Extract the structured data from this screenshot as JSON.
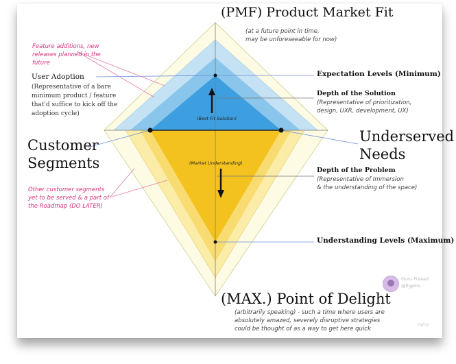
{
  "pmf_title": "(PMF) Product Market Fit",
  "pmf_note": "(at a future point in time,\nmay be unforeseeable for now)",
  "feature_note": "Feature additions, new\nreleases planned in the\nfuture",
  "user_adoption_title": "User Adoption",
  "user_adoption_desc": "(Representative of a bare\nminimum product / feature\nthat'd suffice to kick off the\nadoption cycle)",
  "expectation_levels": "Expectation Levels (Minimum)",
  "depth_solution_title": "Depth of the Solution",
  "depth_solution_desc": "(Representative of prioritization,\ndesign, UXR, development, UX)",
  "best_fit": "(Best Fit Solution)",
  "customer_segments": "Customer\nSegments",
  "underserved_needs": "Underserved\nNeeds",
  "market_understanding": "(Market Understanding)",
  "depth_problem_title": "Depth of the Problem",
  "depth_problem_desc": "(Representative of Immersion\n& the understanding of the space)",
  "other_segments_note": "Other customer segments\nyet to be served & a part of\nthe Roadmap (DO LATER)",
  "understanding_levels": "Understanding Levels (Maximum)",
  "author_name": "Guru Prasad",
  "author_handle": "@ltgplns",
  "delight_title": "(MAX.) Point of Delight",
  "delight_desc": "(arbitrarily speaking) - such a time where users are\nabsolutely amazed, severely disruptive strategies\ncould be thought of as a way to get here quick",
  "watermark": "miro",
  "colors": {
    "blue_dark": "#3d9fdf",
    "blue_mid": "#8ac6ec",
    "blue_light": "#c4e2f4",
    "yellow_dark": "#f4c21e",
    "yellow_mid": "#f8dc72",
    "yellow_light": "#fbeca8",
    "cream": "#fdfbe4",
    "annotation_pink": "#d6337a",
    "connector_blue": "#6b8fd8"
  }
}
